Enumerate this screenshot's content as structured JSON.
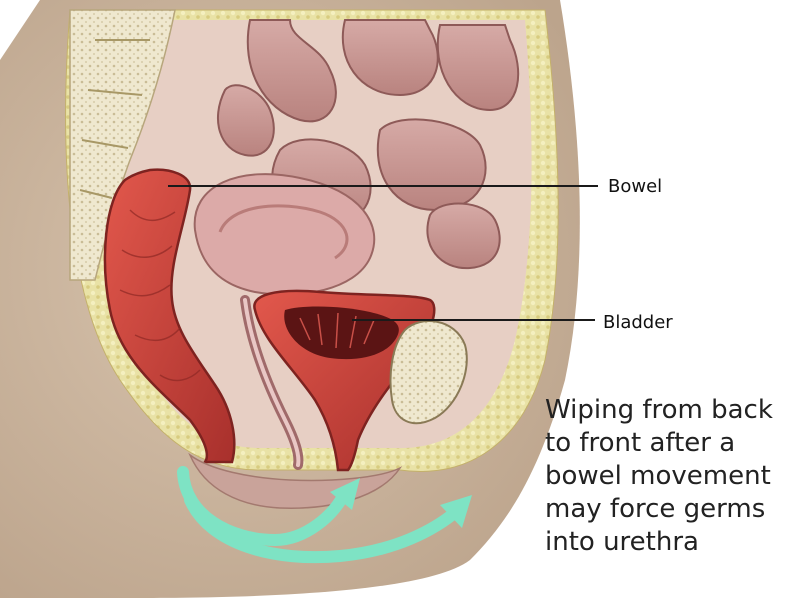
{
  "labels": {
    "bowel": "Bowel",
    "bladder": "Bladder"
  },
  "caption": {
    "lines": [
      "Wiping from back",
      "to front after a",
      "bowel movement",
      "may force germs",
      "into urethra"
    ]
  },
  "colors": {
    "skin": "#cdbaa6",
    "fat": "#e8df9e",
    "muscle_red": "#c8423c",
    "intestine": "#c99a98",
    "bone": "#efe7c9",
    "arrow": "#7ee3c4"
  }
}
